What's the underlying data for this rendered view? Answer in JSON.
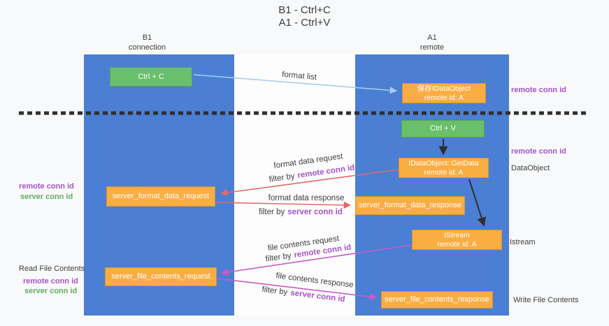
{
  "title": {
    "line1": "B1 - Ctrl+C",
    "line2": "A1 - Ctrl+V"
  },
  "columns": {
    "b1": {
      "title": "B1",
      "subtitle": "connection"
    },
    "a1": {
      "title": "A1",
      "subtitle": "remote"
    }
  },
  "nodes": {
    "ctrl_c": {
      "label": "Ctrl + C"
    },
    "save_dataobject": {
      "line1": "保存IDataObject",
      "line2": "remote id: A"
    },
    "ctrl_v": {
      "label": "Ctrl + V"
    },
    "getdata": {
      "line1": "IDataObject::GetData",
      "line2": "remote id: A"
    },
    "format_request": {
      "label": "server_format_data_request"
    },
    "format_response": {
      "label": "server_format_data_response"
    },
    "istream": {
      "line1": "IStream",
      "line2": "remote id: A"
    },
    "file_request": {
      "label": "server_file_contents_request"
    },
    "file_response": {
      "label": "server_file_contents_response"
    }
  },
  "edge_labels": {
    "format_list": "format list",
    "format_data_request": "format data request",
    "format_data_response": "format data response",
    "file_contents_request": "file contents request",
    "file_contents_response": "file contents response",
    "filter_by": "filter by"
  },
  "terms": {
    "remote_conn_id": "remote conn id",
    "server_conn_id": "server conn id"
  },
  "side_labels": {
    "dataobject": "DataObject",
    "istream": "Istream",
    "read_file_contents": "Read File Contents",
    "write_file_contents": "Write File Contents"
  },
  "colors": {
    "bg": "#f8f9fa",
    "column_blue": "#4a7fd3",
    "box_orange": "#f9ad42",
    "box_green": "#6abf6a",
    "arrow_red": "#e06a6a",
    "arrow_magenta": "#c95bc9",
    "arrow_blue": "#a5cfec",
    "line_black": "#2e2e2e",
    "label_purple": "#a653c4",
    "label_green": "#5fae5f",
    "text_dark": "#3d3d3d"
  }
}
